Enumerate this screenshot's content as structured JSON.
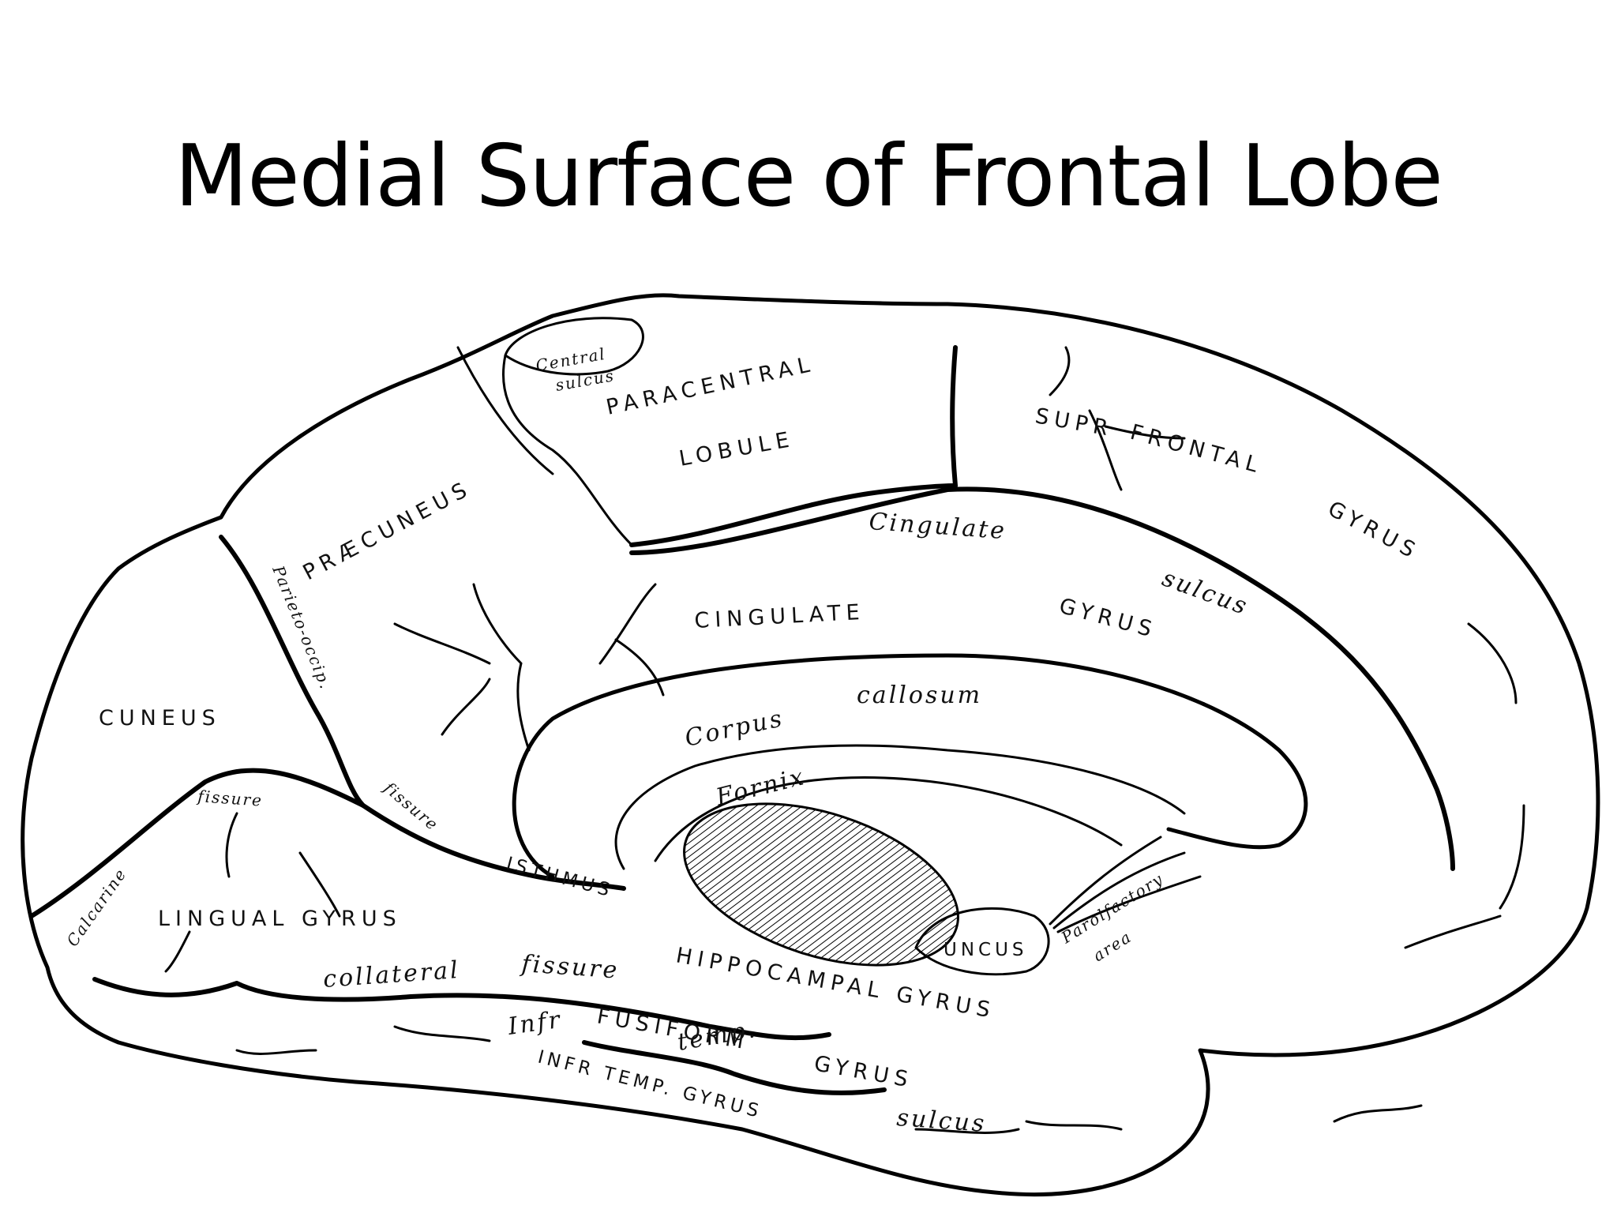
{
  "title": "Medial Surface of Frontal Lobe",
  "labels": {
    "central_sulcus_1": "Central",
    "central_sulcus_2": "sulcus",
    "paracentral": "PARACENTRAL",
    "lobule": "LOBULE",
    "praecuneus": "PRÆCUNEUS",
    "sup_frontal_gyrus_1": "SUPR",
    "sup_frontal_gyrus_2": "FRONTAL",
    "sup_frontal_gyrus_3": "GYRUS",
    "cingulate_sulcus_1": "Cingulate",
    "cingulate_sulcus_2": "sulcus",
    "cingulate_gyrus_1": "CINGULATE",
    "cingulate_gyrus_2": "GYRUS",
    "parieto_occip": "Parieto-occip.",
    "fissure_po": "fissure",
    "cuneus": "CUNEUS",
    "corpus_callosum_1": "Corpus",
    "corpus_callosum_2": "callosum",
    "fornix": "Fornix",
    "calcarine_fissure_1": "Calcarine",
    "calcarine_fissure_2": "fissure",
    "isthmus": "ISTHMUS",
    "lingual_gyrus": "LINGUAL GYRUS",
    "olfactory_area_1": "Parolfactory",
    "olfactory_area_2": "area",
    "uncus": "UNCUS",
    "collateral_fissure_1": "collateral",
    "collateral_fissure_2": "fissure",
    "hippocampal_gyrus": "HIPPOCAMPAL GYRUS",
    "fusiform_1": "FUSIFORM",
    "fusiform_2": "GYRUS",
    "infr_temp_sulcus_1": "Infr",
    "infr_temp_sulcus_2": "temp.",
    "infr_temp_sulcus_3": "sulcus",
    "inf_temp_gyrus": "INFR TEMP. GYRUS"
  }
}
